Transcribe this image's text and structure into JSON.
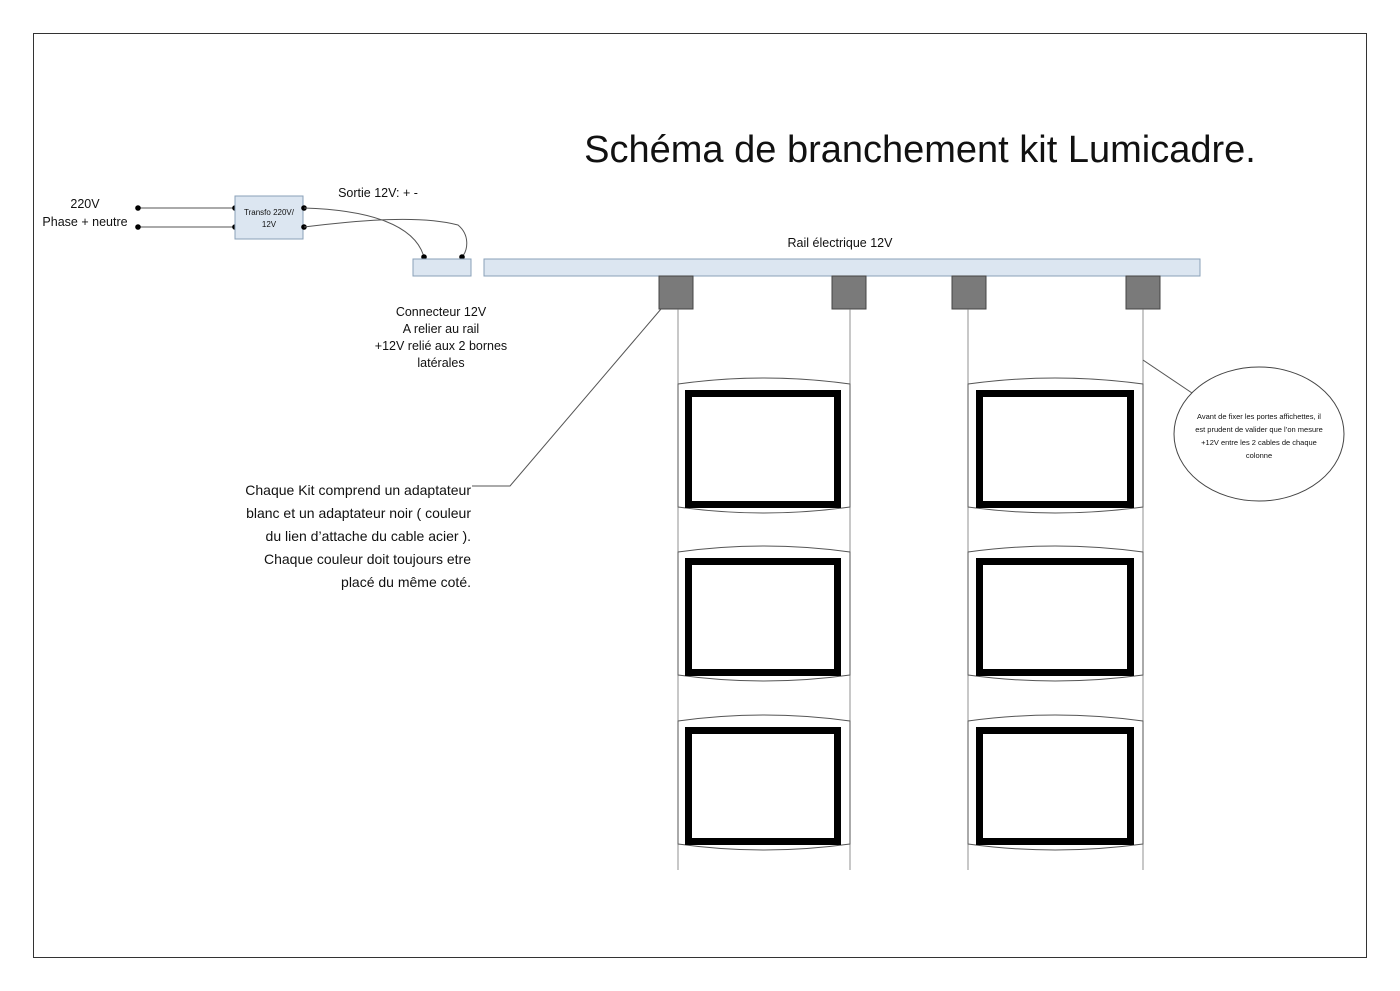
{
  "title": "Schéma de branchement kit Lumicadre.",
  "power": {
    "line1": "220V",
    "line2": "Phase + neutre"
  },
  "transformer": {
    "line1": "Transfo 220V/",
    "line2": "12V"
  },
  "output_label": "Sortie 12V: + -",
  "rail_label": "Rail électrique 12V",
  "connector_note": [
    "Connecteur 12V",
    "A relier au rail",
    "+12V relié aux 2 bornes",
    "latérales"
  ],
  "kit_note": [
    "Chaque Kit comprend un adaptateur",
    "blanc et un adaptateur noir ( couleur",
    "du lien d’attache du cable acier ).",
    "Chaque couleur doit toujours etre",
    "placé du même coté."
  ],
  "callout_note": [
    "Avant de fixer les portes affichettes, il",
    "est prudent de valider que l’on mesure",
    "+12V entre les 2 cables de chaque",
    "colonne"
  ],
  "layout": {
    "columns": 2,
    "rows": 3,
    "adapters": 4
  },
  "colors": {
    "border": "#333333",
    "box_fill": "#dce6f1",
    "box_stroke": "#8aa0b8",
    "adapter_fill": "#7a7a7a",
    "frame": "#000000"
  }
}
